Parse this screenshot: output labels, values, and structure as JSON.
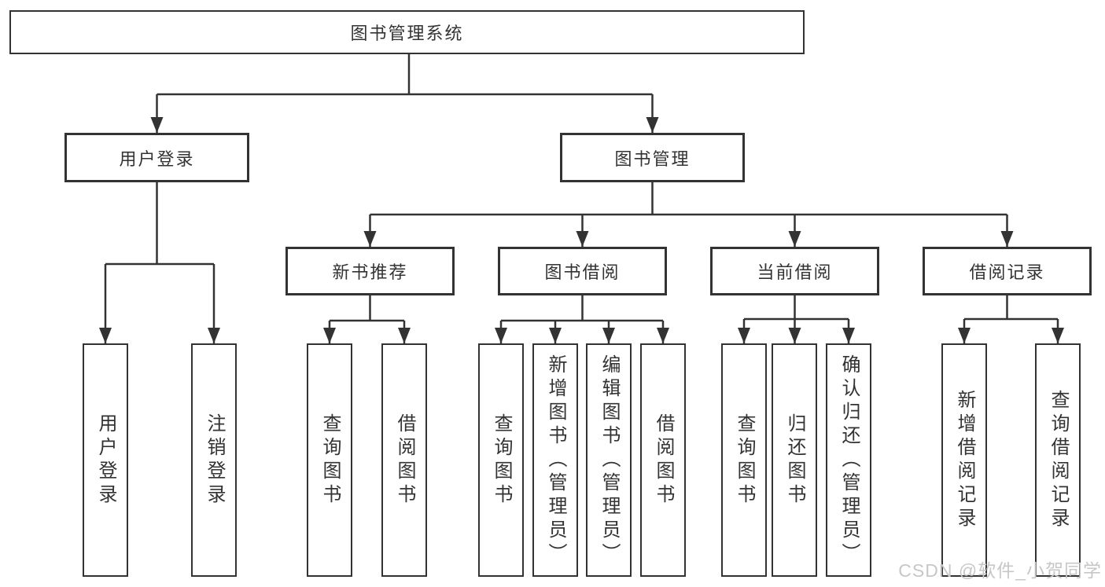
{
  "diagram": {
    "type": "hierarchy-tree",
    "colors": {
      "line": "#333333",
      "box_border": "#333333",
      "text": "#333333",
      "background": "#ffffff",
      "watermark": "#c7c7c7"
    },
    "root": {
      "label": "图书管理系统",
      "children": [
        {
          "label": "用户登录",
          "children": [
            {
              "label": "用户登录"
            },
            {
              "label": "注销登录"
            }
          ]
        },
        {
          "label": "图书管理",
          "children": [
            {
              "label": "新书推荐",
              "children": [
                {
                  "label": "查询图书"
                },
                {
                  "label": "借阅图书"
                }
              ]
            },
            {
              "label": "图书借阅",
              "children": [
                {
                  "label": "查询图书"
                },
                {
                  "label": "新增图书（管理员）"
                },
                {
                  "label": "编辑图书（管理员）"
                },
                {
                  "label": "借阅图书"
                }
              ]
            },
            {
              "label": "当前借阅",
              "children": [
                {
                  "label": "查询图书"
                },
                {
                  "label": "归还图书"
                },
                {
                  "label": "确认归还（管理员）"
                }
              ]
            },
            {
              "label": "借阅记录",
              "children": [
                {
                  "label": "新增借阅记录"
                },
                {
                  "label": "查询借阅记录"
                }
              ]
            }
          ]
        }
      ]
    },
    "watermark": "CSDN @软件_小贺同学"
  }
}
